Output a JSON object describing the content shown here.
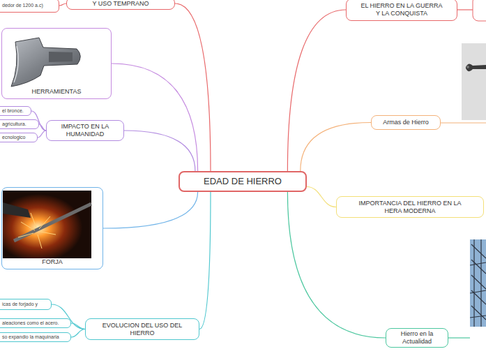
{
  "diagram": {
    "nodes": [
      {
        "text": [
          "EDAD DE HIERRO"
        ]
      },
      {
        "text": [
          "Y USO TEMPRANO"
        ]
      },
      {
        "text": [
          "dedor de 1200 a.c)"
        ]
      },
      {
        "text": [
          "HERRAMIENTAS"
        ]
      },
      {
        "text": [
          "IMPACTO EN LA HUMANIDAD"
        ]
      },
      {
        "text": [
          "el bronce."
        ]
      },
      {
        "text": [
          "agricultura."
        ]
      },
      {
        "text": [
          "ecnologico"
        ]
      },
      {
        "text": [
          "FORJA"
        ]
      },
      {
        "text": [
          "EVOLUCION DEL USO DEL HIERRO"
        ]
      },
      {
        "text": [
          "icas de forjado y"
        ]
      },
      {
        "text": [
          "aleaciones como el acero."
        ]
      },
      {
        "text": [
          "so expandio la maquinaria"
        ]
      },
      {
        "text": [
          "EL HIERRO EN LA GUERRA Y LA CONQUISTA"
        ]
      },
      {
        "text": [
          "Armas de Hierro"
        ]
      },
      {
        "text": [
          "IMPORTANCIA DEL HIERRO EN LA HERA MODERNA"
        ]
      },
      {
        "text": [
          "Hierro en la Actualidad"
        ]
      }
    ],
    "edges": [
      {
        "from": 0,
        "to": 1,
        "arrow": "none"
      },
      {
        "from": 1,
        "to": 2,
        "arrow": "none"
      },
      {
        "from": 0,
        "to": 3,
        "arrow": "none"
      },
      {
        "from": 0,
        "to": 4,
        "arrow": "none"
      },
      {
        "from": 4,
        "to": 5,
        "arrow": "none"
      },
      {
        "from": 4,
        "to": 6,
        "arrow": "none"
      },
      {
        "from": 4,
        "to": 7,
        "arrow": "none"
      },
      {
        "from": 0,
        "to": 8,
        "arrow": "none"
      },
      {
        "from": 0,
        "to": 9,
        "arrow": "none"
      },
      {
        "from": 9,
        "to": 10,
        "arrow": "none"
      },
      {
        "from": 9,
        "to": 11,
        "arrow": "none"
      },
      {
        "from": 9,
        "to": 12,
        "arrow": "none"
      },
      {
        "from": 0,
        "to": 13,
        "arrow": "none"
      },
      {
        "from": 0,
        "to": 14,
        "arrow": "none"
      },
      {
        "from": 0,
        "to": 15,
        "arrow": "none"
      },
      {
        "from": 0,
        "to": 16,
        "arrow": "none"
      }
    ]
  }
}
